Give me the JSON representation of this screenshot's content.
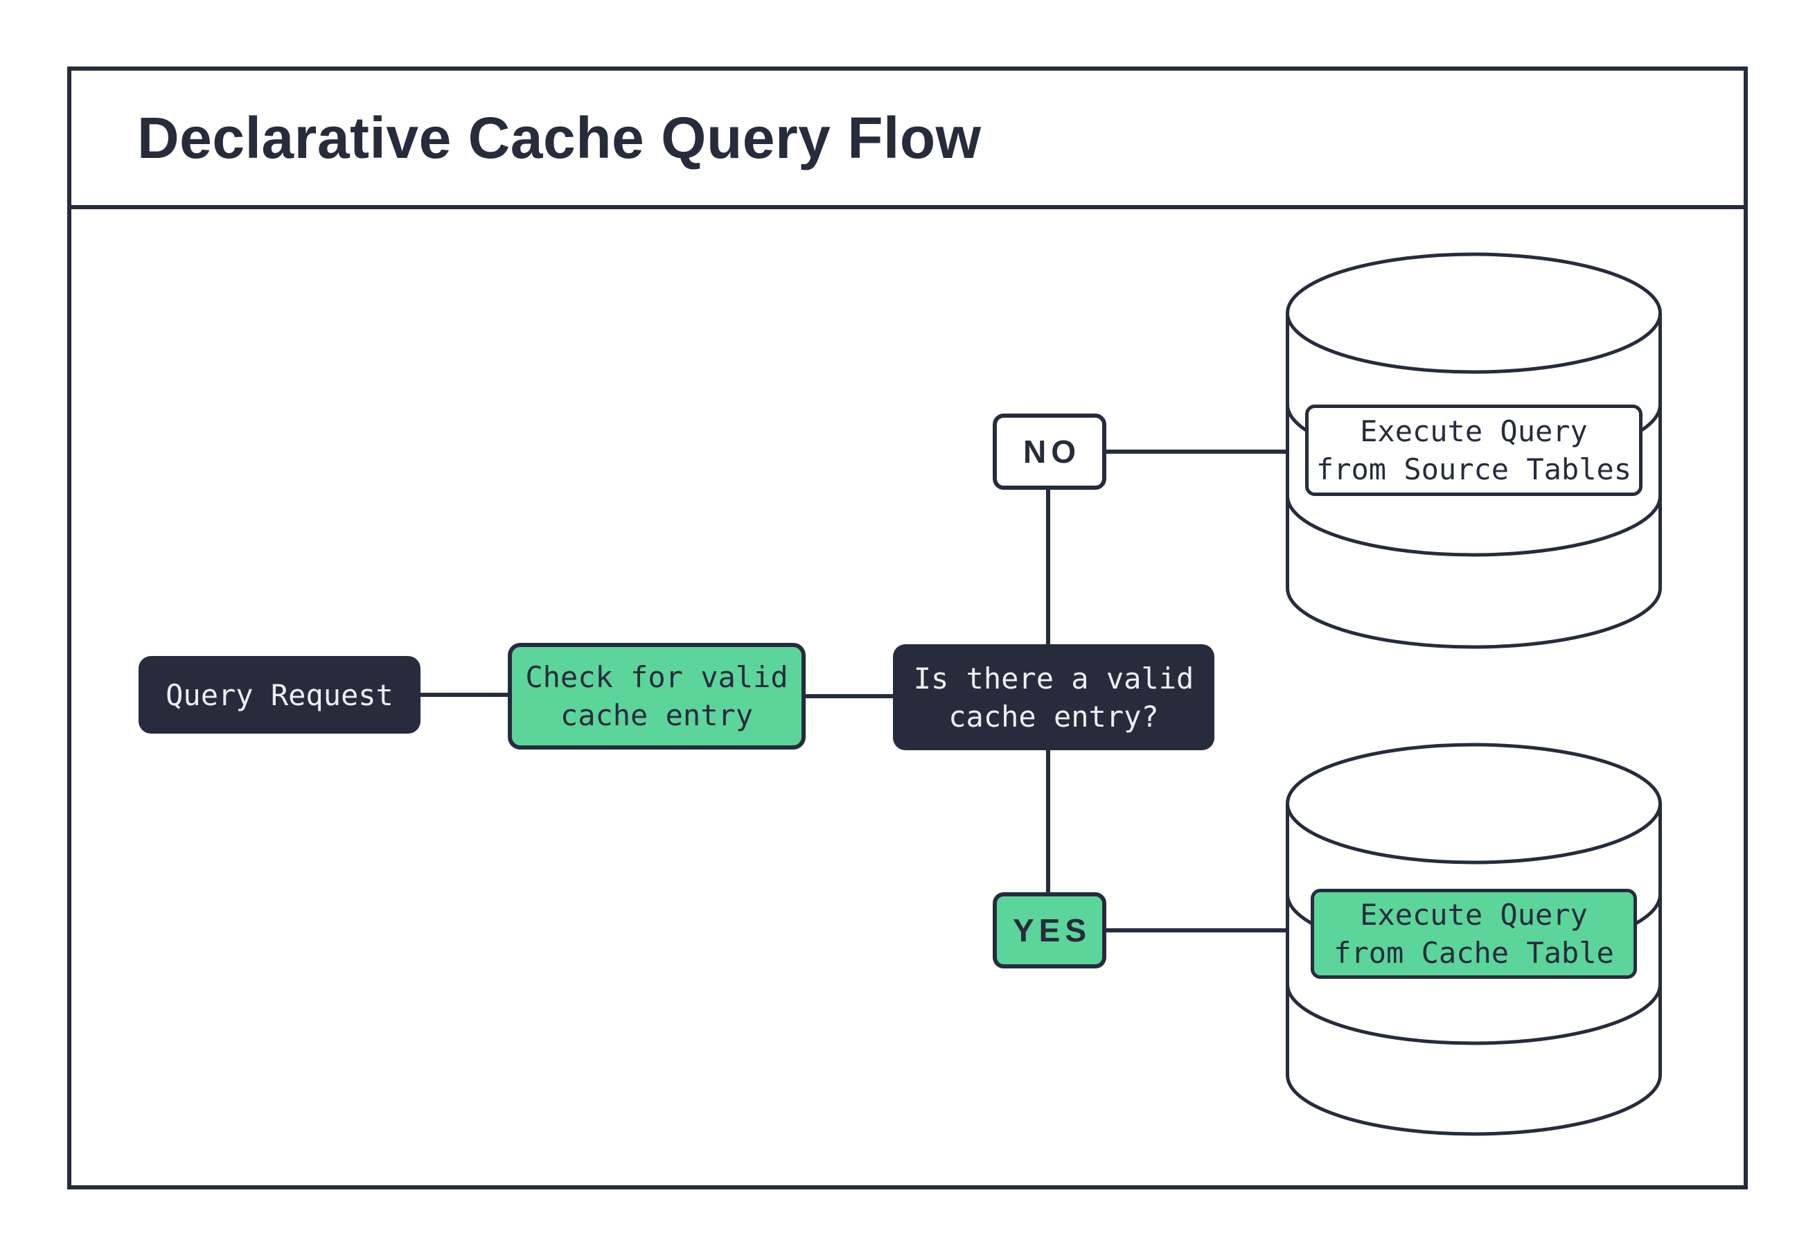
{
  "title": "Declarative Cache Query Flow",
  "colors": {
    "ink": "#262c3c",
    "green": "#5cd59a",
    "paper": "#ffffff",
    "light_text": "#eceef1"
  },
  "nodes": {
    "query_request": {
      "label": "Query Request"
    },
    "check_cache": {
      "label": "Check for valid\ncache entry"
    },
    "decision": {
      "label": "Is there a valid\ncache entry?"
    },
    "no": {
      "label": "NO"
    },
    "yes": {
      "label": "YES"
    },
    "source_db": {
      "label": "Execute Query\nfrom Source Tables"
    },
    "cache_db": {
      "label": "Execute Query\nfrom Cache Table"
    }
  }
}
